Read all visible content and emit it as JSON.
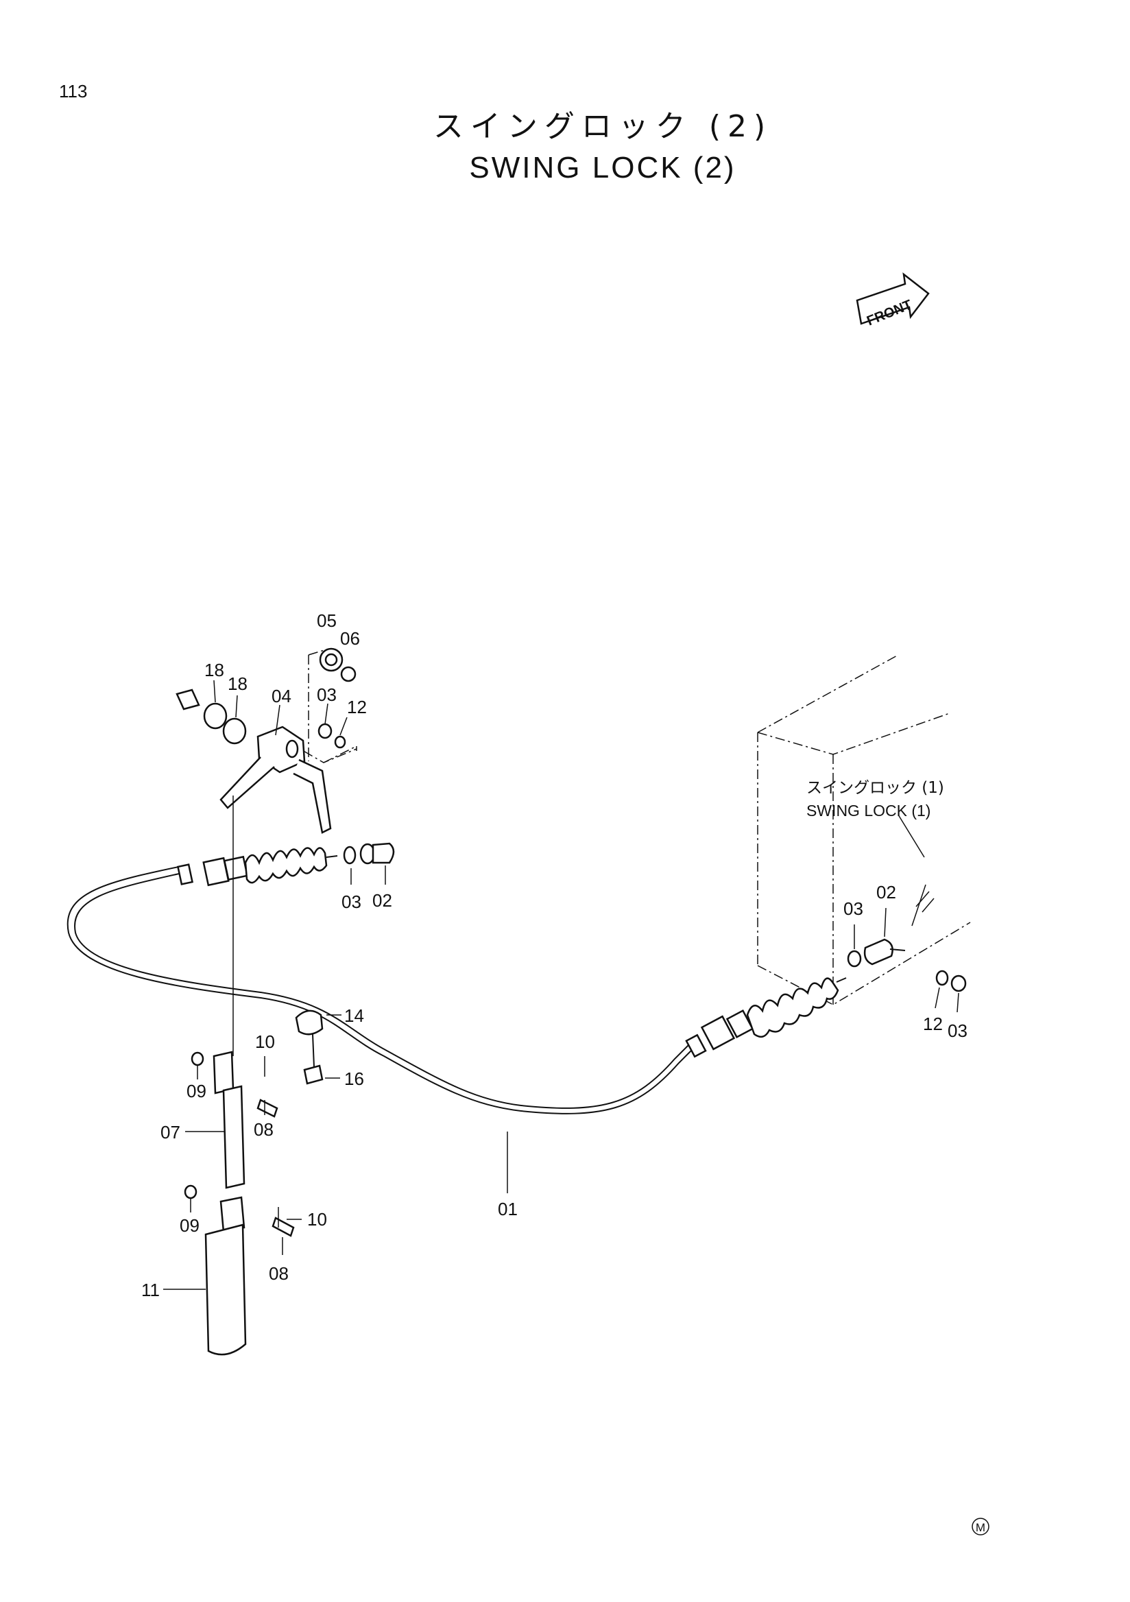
{
  "page_number": "113",
  "title": {
    "japanese": "スイングロック (2)",
    "english": "SWING LOCK (2)"
  },
  "front_badge": "FRONT",
  "cross_reference": {
    "japanese": "スイングロック (1)",
    "english": "SWING LOCK (1)"
  },
  "callouts": {
    "c01": "01",
    "c02_left": "02",
    "c02_right": "02",
    "c03_left_top": "03",
    "c03_left_bottom": "03",
    "c03_right_top": "03",
    "c03_right_bottom": "03",
    "c04": "04",
    "c05": "05",
    "c06": "06",
    "c07": "07",
    "c08_upper": "08",
    "c08_lower": "08",
    "c09_upper": "09",
    "c09_lower": "09",
    "c10_upper": "10",
    "c10_lower": "10",
    "c11": "11",
    "c12_left": "12",
    "c12_right": "12",
    "c14": "14",
    "c16": "16",
    "c18_a": "18",
    "c18_b": "18"
  },
  "mark": "M"
}
